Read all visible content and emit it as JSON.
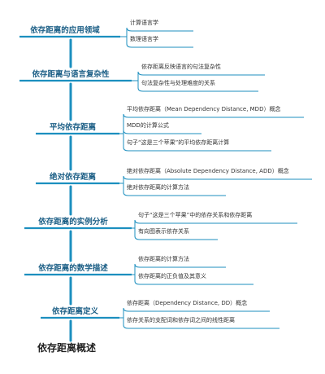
{
  "root": {
    "label": "依存距离概述"
  },
  "branches": [
    {
      "label": "依存距离的应用领域",
      "children": [
        "计算语言学",
        "数理语言学"
      ]
    },
    {
      "label": "依存距离与语言复杂性",
      "children": [
        "依存距离反映语言的句法复杂性",
        "句法复杂性与处理难度的关系"
      ]
    },
    {
      "label": "平均依存距离",
      "children": [
        "平均依存距离（Mean Dependency Distance, MDD）概念",
        "MDD的计算公式",
        "句子“这是三个苹果”的平均依存距离计算"
      ]
    },
    {
      "label": "绝对依存距离",
      "children": [
        "绝对依存距离（Absolute Dependency Distance, ADD）概念",
        "绝对依存距离的计算方法"
      ]
    },
    {
      "label": "依存距离的实例分析",
      "children": [
        "句子“这是三个苹果”中的依存关系和依存距离",
        "有向图表示依存关系"
      ]
    },
    {
      "label": "依存距离的数学描述",
      "children": [
        "依存距离的计算方法",
        "依存距离的正负值及其意义"
      ]
    },
    {
      "label": "依存距离定义",
      "children": [
        "依存距离（Dependency Distance, DD）概念",
        "依存关系的支配词和依存词之间的线性距离"
      ]
    }
  ],
  "colors": {
    "branch_text": "#1c5f86",
    "line": "#1c8fbf",
    "leaf_text": "#333333",
    "root_text": "#222222"
  }
}
